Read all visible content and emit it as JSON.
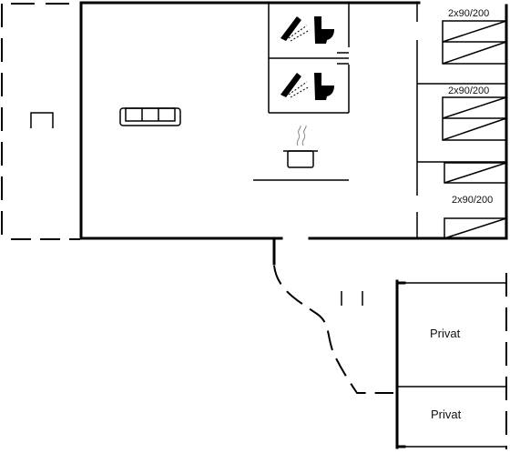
{
  "beds": [
    {
      "label": "2x90/200"
    },
    {
      "label": "2x90/200"
    },
    {
      "label": "2x90/200"
    }
  ],
  "rooms": [
    {
      "label": "Privat"
    },
    {
      "label": "Privat"
    }
  ],
  "icons": [
    "sofa-icon",
    "shower-icon",
    "toilet-icon",
    "cooking-pot-icon",
    "chair-icon",
    "bed-icon"
  ]
}
